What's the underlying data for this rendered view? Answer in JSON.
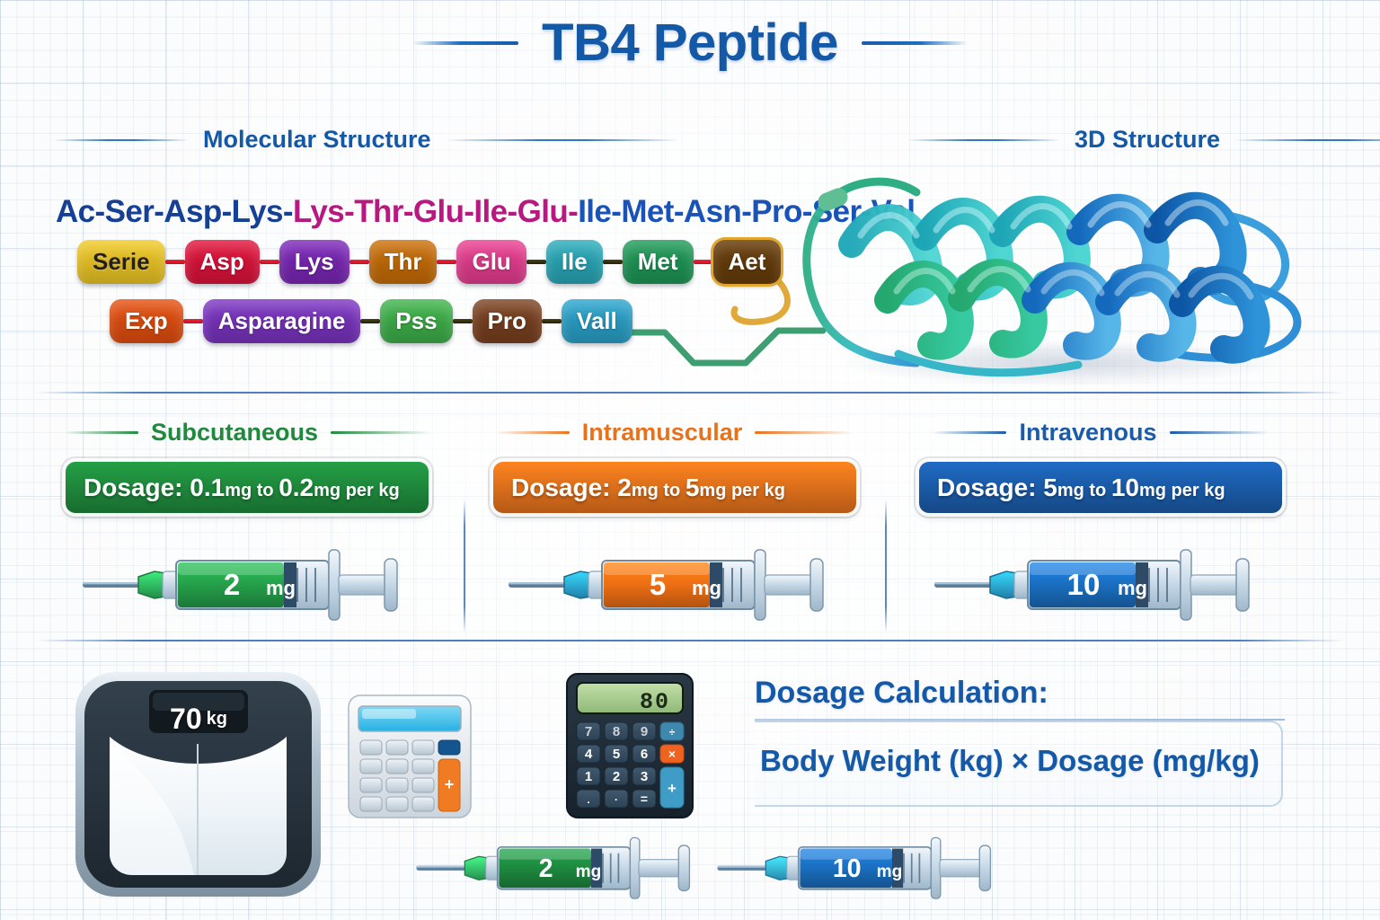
{
  "page": {
    "title": "TB4 Peptide",
    "background": "#fbfcfd",
    "accent": "#1458a8"
  },
  "sections": {
    "molecular": {
      "heading": "Molecular Structure"
    },
    "three_d": {
      "heading": "3D Structure"
    }
  },
  "sequence": {
    "part1": "Ac-Ser-Asp-Lys-",
    "part2": "Lys-Thr-Glu-Ile-Glu-",
    "part3": "Ile-Met-Asn-Pro-Ser-Val",
    "full": "Ac-Ser-Asp-Lys-Lys-Thr-Glu-Ile-Glu-Ile-Met-Asn-Pro-Ser-Val"
  },
  "residues_row1": [
    {
      "label": "Serie",
      "color": "#f2cb26",
      "text_color": "dark"
    },
    {
      "label": "Asp",
      "color": "#e3133c",
      "text_color": "light"
    },
    {
      "label": "Lys",
      "color": "#7d28ba",
      "text_color": "light"
    },
    {
      "label": "Thr",
      "color": "#cc7008",
      "text_color": "light"
    },
    {
      "label": "Glu",
      "color": "#ec3f93",
      "text_color": "light"
    },
    {
      "label": "Ile",
      "color": "#2aacbc",
      "text_color": "light"
    },
    {
      "label": "Met",
      "color": "#1f9b59",
      "text_color": "light"
    },
    {
      "label": "Aet",
      "color": "#6a3f0c",
      "text_color": "light"
    }
  ],
  "residues_row2": [
    {
      "label": "Exp",
      "color": "#e8500f",
      "text_color": "light"
    },
    {
      "label": "Asparagine",
      "color": "#7d35c4",
      "text_color": "light"
    },
    {
      "label": "Pss",
      "color": "#3fb54b",
      "text_color": "light"
    },
    {
      "label": "Pro",
      "color": "#7c4220",
      "text_color": "light"
    },
    {
      "label": "Vall",
      "color": "#2ba6cf",
      "text_color": "light"
    }
  ],
  "routes": [
    {
      "name": "Subcutaneous",
      "color": "#1f8a3c",
      "dosage_prefix": "Dosage:",
      "low_value": "0.1",
      "low_unit": "mg",
      "to": "to",
      "high_value": "0.2",
      "high_unit": "mg",
      "per": "per kg",
      "syringe_value": "2",
      "syringe_unit": "mg",
      "syringe_color": "#25a04a",
      "hub_color": "#2eb860"
    },
    {
      "name": "Intramuscular",
      "color": "#e8721c",
      "dosage_prefix": "Dosage:",
      "low_value": "2",
      "low_unit": "mg",
      "to": "to",
      "high_value": "5",
      "high_unit": "mg",
      "per": "per kg",
      "syringe_value": "5",
      "syringe_unit": "mg",
      "syringe_color": "#ee6f14",
      "hub_color": "#2aa8de"
    },
    {
      "name": "Intravenous",
      "color": "#1b5caa",
      "dosage_prefix": "Dosage:",
      "low_value": "5",
      "low_unit": "mg",
      "to": "to",
      "high_value": "10",
      "high_unit": "mg",
      "per": "per kg",
      "syringe_value": "10",
      "syringe_unit": "mg",
      "syringe_color": "#1a6fc0",
      "hub_color": "#2aa8de"
    }
  ],
  "bottom": {
    "scale_value": "70",
    "scale_unit": "kg",
    "calculator_display": "80",
    "calculator_keys": [
      "7",
      "8",
      "9",
      "4",
      "5",
      "6",
      "1",
      "2",
      "3",
      ".",
      "·",
      "="
    ],
    "calculator_op_divide": "÷",
    "calculator_op_multiply": "×",
    "calculator_op_plus": "+",
    "calc_title": "Dosage Calculation:",
    "formula": "Body Weight (kg) × Dosage (mg/kg)",
    "syringe_left_value": "2",
    "syringe_left_unit": "mg",
    "syringe_right_value": "10",
    "syringe_right_unit": "mg"
  }
}
